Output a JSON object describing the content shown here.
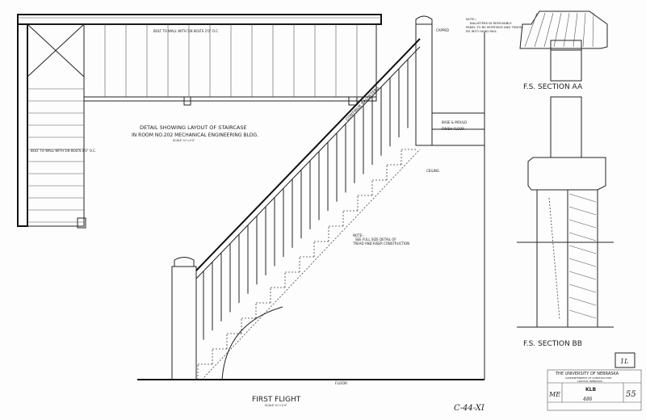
{
  "title": {
    "line1": "DETAIL SHOWING LAYOUT OF STAIRCASE",
    "line2": "IN ROOM NO.202 MECHANICAL ENGINEERING BLDG.",
    "scale": "SCALE ¾\"=1'0\""
  },
  "elevation": {
    "label": "FIRST FLIGHT",
    "scale": "SCALE ¾\"=1'0\"",
    "floor": "FLOOR",
    "note": [
      "NOTE:-",
      "SEE FULL SIZE DETAIL OF",
      "TREAD AND RISER CONSTRUCTION"
    ],
    "continue_balusters": "CONTINUE BALUSTERS",
    "base_label": "BASE & MOULD",
    "finish_floor": "FINISH FLOOR",
    "ceiling": "CEILING",
    "capped": "CAPPED"
  },
  "plan": {
    "bolt_note_top": "BOLT TO WALL WITH 5/8 BOLTS 2'0\" O.C.",
    "bolt_note_left": "BOLT TO WALL WITH 5/8 BOLTS 2'0\" O.C."
  },
  "sections": {
    "note": [
      "NOTE:-",
      "BALUSTERS IN REMOVABLE",
      "PANEL TO BE MORTISED AND TENON-",
      "ED INTO HAND RAIL."
    ],
    "aa_label": "F.S. SECTION AA",
    "bb_label": "F.S. SECTION BB"
  },
  "title_block": {
    "university": "THE UNIVERSITY OF NEBRASKA",
    "dept": "SUPERINTENDENT OF CONSTRUCTION",
    "city": "LINCOLN, NEBRASKA",
    "prefix": "ME",
    "drawn_by": "KLB",
    "number": "55",
    "date_code": "486"
  },
  "sheet_tag": "1L",
  "drawing_number": "C-44-XI"
}
